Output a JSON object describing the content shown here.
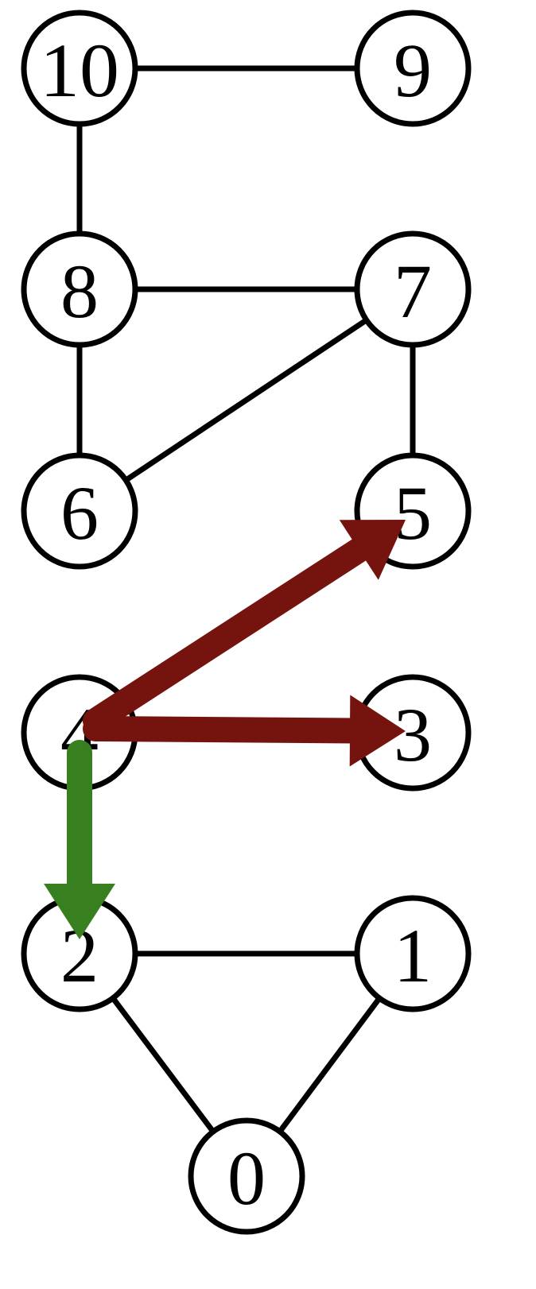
{
  "graph": {
    "nodes": [
      {
        "id": "0",
        "label": "0"
      },
      {
        "id": "1",
        "label": "1"
      },
      {
        "id": "2",
        "label": "2"
      },
      {
        "id": "3",
        "label": "3"
      },
      {
        "id": "4",
        "label": "4",
        "highlighted": true
      },
      {
        "id": "5",
        "label": "5"
      },
      {
        "id": "6",
        "label": "6"
      },
      {
        "id": "7",
        "label": "7"
      },
      {
        "id": "8",
        "label": "8"
      },
      {
        "id": "9",
        "label": "9"
      },
      {
        "id": "10",
        "label": "10"
      }
    ],
    "edges": [
      {
        "from": "10",
        "to": "9"
      },
      {
        "from": "10",
        "to": "8"
      },
      {
        "from": "8",
        "to": "7"
      },
      {
        "from": "8",
        "to": "6"
      },
      {
        "from": "7",
        "to": "6"
      },
      {
        "from": "7",
        "to": "5"
      },
      {
        "from": "2",
        "to": "1"
      },
      {
        "from": "2",
        "to": "0"
      },
      {
        "from": "1",
        "to": "0"
      }
    ],
    "arrows": [
      {
        "from": "4",
        "to": "5",
        "color": "#75130f"
      },
      {
        "from": "4",
        "to": "3",
        "color": "#75130f"
      },
      {
        "from": "4",
        "to": "2",
        "color": "#38801f"
      }
    ]
  },
  "colors": {
    "highlight_fill": "#f8e0a0",
    "highlight_stroke": "#7a5a20",
    "highlight_text": "#8a6a20",
    "edge": "#000000"
  }
}
